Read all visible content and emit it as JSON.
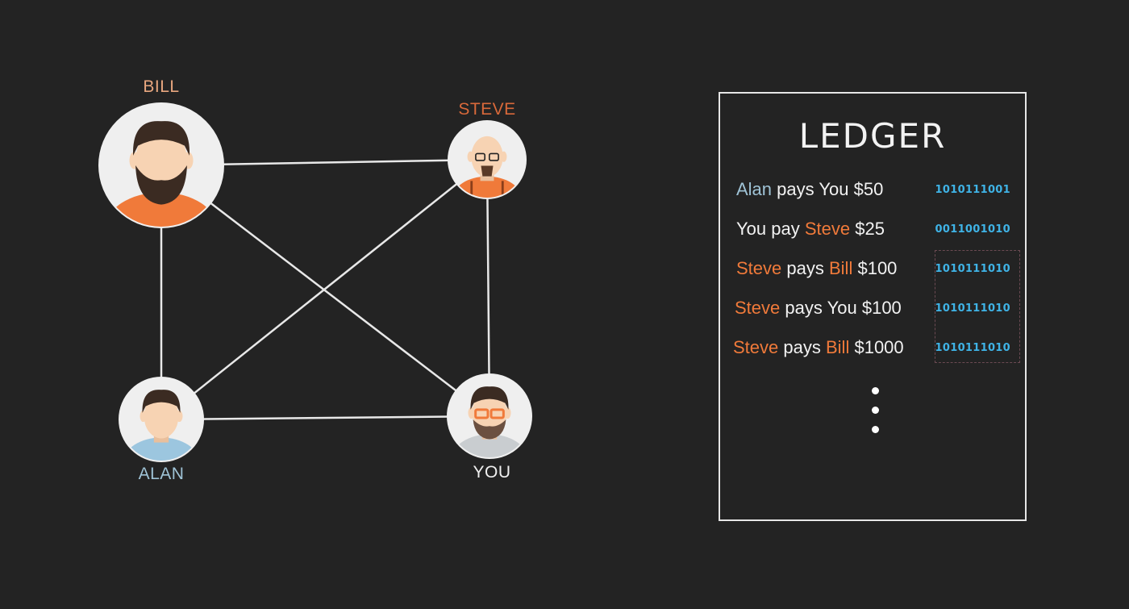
{
  "network": {
    "nodes": [
      {
        "id": "bill",
        "label": "BILL",
        "label_color": "#e8a77f"
      },
      {
        "id": "steve",
        "label": "STEVE",
        "label_color": "#d9693a"
      },
      {
        "id": "alan",
        "label": "ALAN",
        "label_color": "#9fc3d6"
      },
      {
        "id": "you",
        "label": "YOU",
        "label_color": "#f0f0f0"
      }
    ],
    "edges": [
      [
        "bill",
        "steve"
      ],
      [
        "bill",
        "alan"
      ],
      [
        "bill",
        "you"
      ],
      [
        "steve",
        "alan"
      ],
      [
        "steve",
        "you"
      ],
      [
        "alan",
        "you"
      ]
    ],
    "colors": {
      "line": "#e8e8e8",
      "accent_orange": "#f07a3a",
      "shirt_blue": "#9cc6df",
      "shirt_grey": "#c9cdd0",
      "skin": "#f7d3b3",
      "hair": "#3b2b22"
    }
  },
  "ledger": {
    "title": "LEDGER",
    "entries": [
      {
        "payer": "Alan",
        "payer_color": "#9fc3d6",
        "verb": "pays",
        "payee": "You",
        "payee_color": "#f2f2f2",
        "amount": "$50",
        "hash": "1010111001"
      },
      {
        "payer": "You",
        "payer_color": "#f2f2f2",
        "verb": "pay",
        "payee": "Steve",
        "payee_color": "#f07a3a",
        "amount": "$25",
        "hash": "0011001010"
      },
      {
        "payer": "Steve",
        "payer_color": "#f07a3a",
        "verb": "pays",
        "payee": "Bill",
        "payee_color": "#f07a3a",
        "amount": "$100",
        "hash": "1010111010"
      },
      {
        "payer": "Steve",
        "payer_color": "#f07a3a",
        "verb": "pays",
        "payee": "You",
        "payee_color": "#f2f2f2",
        "amount": "$100",
        "hash": "1010111010"
      },
      {
        "payer": "Steve",
        "payer_color": "#f07a3a",
        "verb": "pays",
        "payee": "Bill",
        "payee_color": "#f07a3a",
        "amount": "$1000",
        "hash": "1010111010"
      }
    ],
    "hash_color": "#3fb3e6",
    "more_indicator": "ellipsis-vertical-icon"
  }
}
